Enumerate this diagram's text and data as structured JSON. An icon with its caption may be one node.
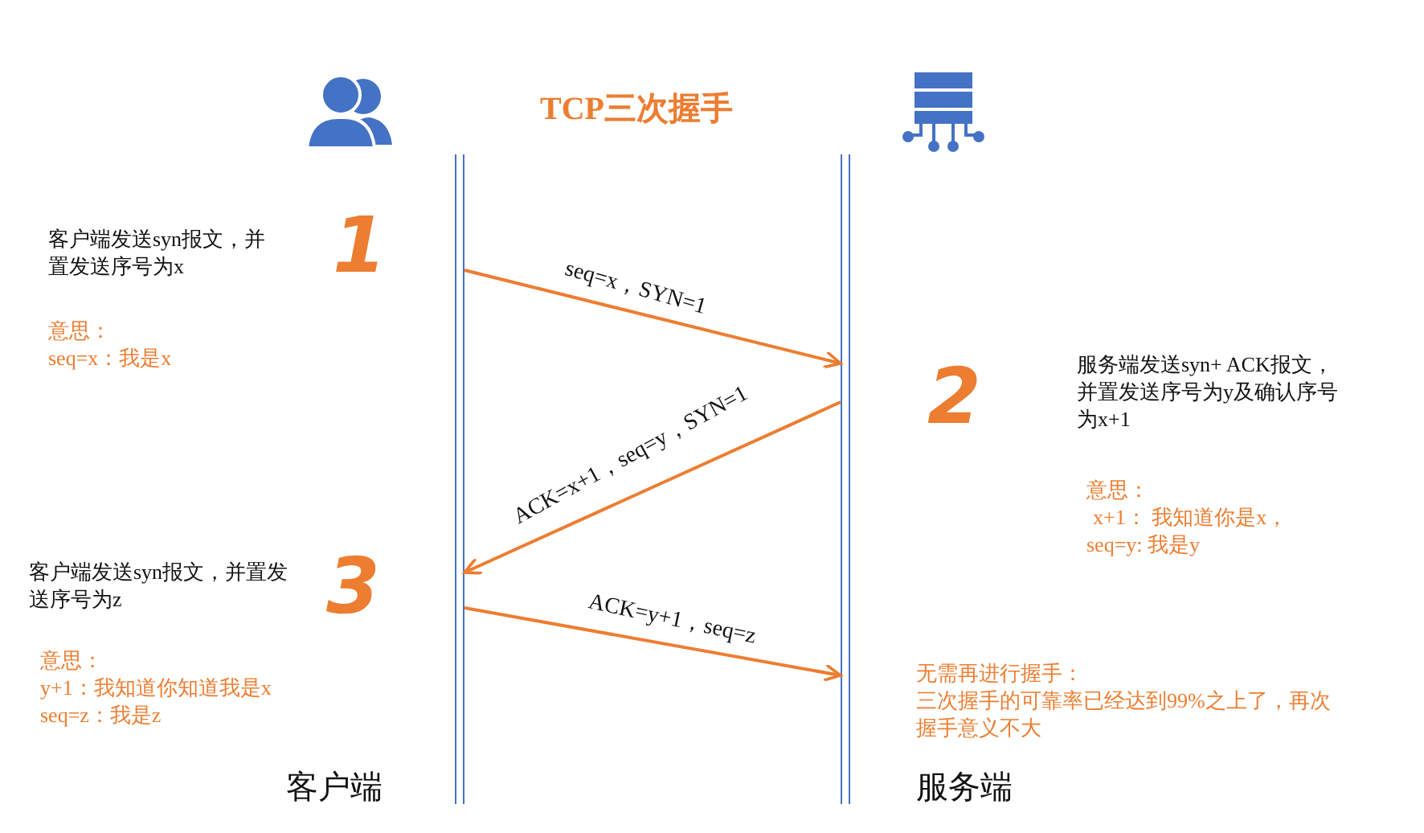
{
  "diagram": {
    "title": "TCP三次握手",
    "nodes": [
      {
        "text": [],
        "shape": "bar",
        "beside": [
          "客户端"
        ]
      },
      {
        "text": [],
        "shape": "bar",
        "beside": [
          "服务端"
        ]
      }
    ],
    "edges": [
      {
        "from": 0,
        "to": 1,
        "arrow": "to",
        "label": "seq=x，SYN=1"
      },
      {
        "from": 1,
        "to": 0,
        "arrow": "to",
        "label": "ACK=x+1，seq=y，SYN=1"
      },
      {
        "from": 0,
        "to": 1,
        "arrow": "to",
        "label": "ACK=y+1，seq=z"
      }
    ],
    "labels": [
      "1",
      "客户端发送syn报文，并置发送序号为x",
      "意思：",
      "seq=x：我是x",
      "2",
      "服务端发送syn+ ACK报文，并置发送序号为y及确认序号为x+1",
      "意思：",
      "x+1： 我知道你是x，",
      "seq=y: 我是y",
      "客户端发送syn报文，并置发送序号为z",
      "3",
      "意思：",
      "y+1：我知道你知道我是x",
      "seq=z：我是z",
      "无需再进行握手：",
      "三次握手的可靠率已经达到99%之上了，再次握手意义不大"
    ]
  }
}
